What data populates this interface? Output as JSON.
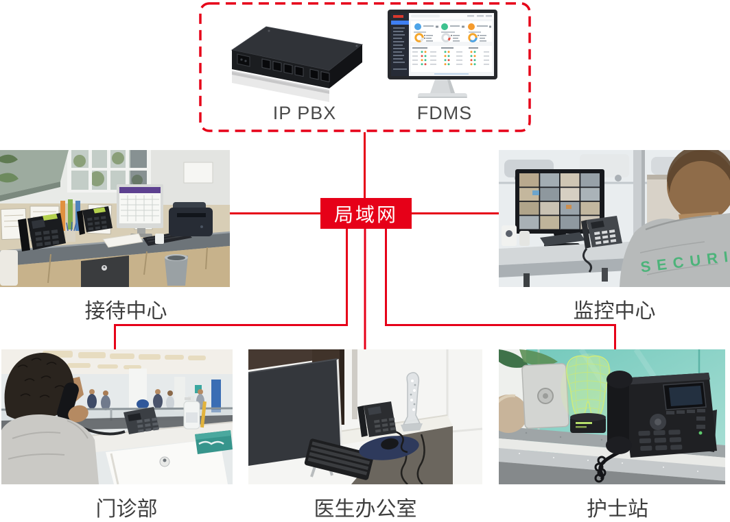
{
  "meta": {
    "type": "network-topology-infographic",
    "language": "zh-CN"
  },
  "colors": {
    "accent_red": "#e60018",
    "site_label_text": "#3e3e3e",
    "device_label_text": "#4a4a4a",
    "hub_text": "#ffffff",
    "shirt_print_green": "#4db37a"
  },
  "core_box": {
    "devices": [
      {
        "id": "ip-pbx",
        "label": "IP PBX"
      },
      {
        "id": "fdms",
        "label": "FDMS"
      }
    ]
  },
  "hub": {
    "label": "局域网"
  },
  "sites": [
    {
      "id": "reception-center",
      "label": "接待中心",
      "photo": "reception desk with two IP phones, monitor and printer"
    },
    {
      "id": "monitoring-center",
      "label": "监控中心",
      "photo": "security guard watching CCTV multi-view monitor with IP phone",
      "shirt_text": "SECURI"
    },
    {
      "id": "outpatient-department",
      "label": "门诊部",
      "photo": "man talking on IP phone handset in hospital lobby"
    },
    {
      "id": "doctor-office",
      "label": "医生办公室",
      "photo": "office desk with monitor, keyboard, mouse pad and IP phone"
    },
    {
      "id": "nurse-station",
      "label": "护士站",
      "photo": "IP phone and glowing 3D tooth lamp on nurse counter"
    }
  ]
}
